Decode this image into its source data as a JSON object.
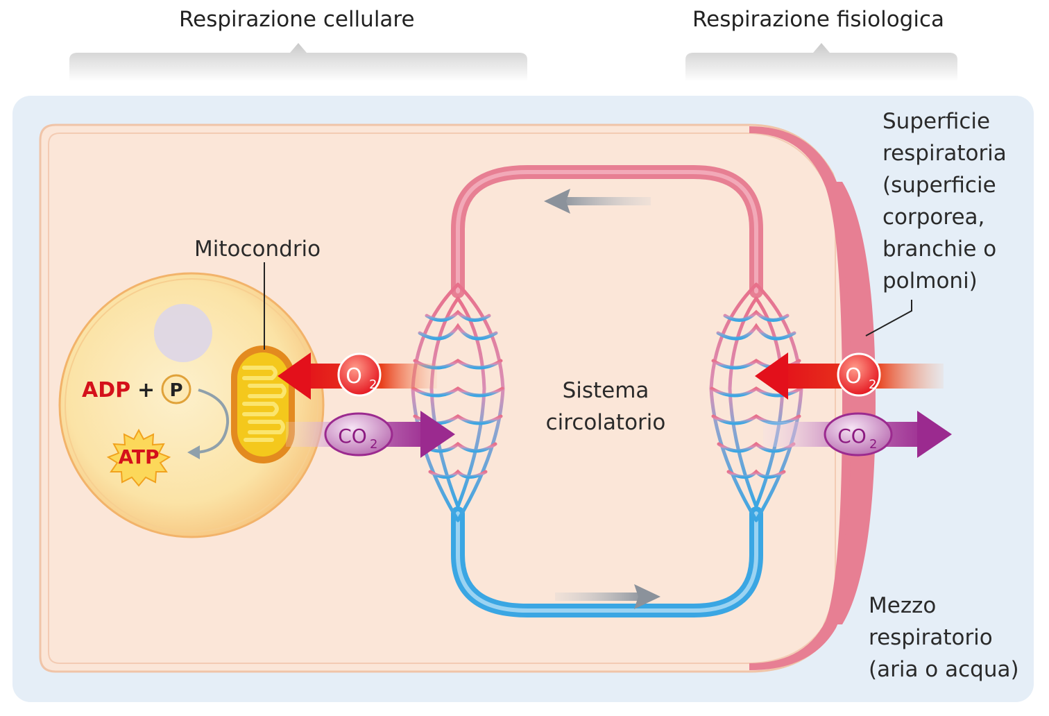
{
  "headers": {
    "cellular": "Respirazione cellulare",
    "physiological": "Respirazione fisiologica"
  },
  "labels": {
    "mitochondrion": "Mitocondrio",
    "circulatory": "Sistema\ncircolatorio",
    "surface": "Superficie\nrespiratoria\n(superficie\ncorporea,\nbranchie o\npolmoni)",
    "medium": "Mezzo\nrespiratorio\n(aria o acqua)",
    "adp": "ADP",
    "plus": "+",
    "phosphate": "P",
    "atp": "ATP",
    "o2_base": "O",
    "co2_base": "CO",
    "subscript": "2"
  },
  "colors": {
    "background_panel": "#e5eef7",
    "body_fill": "#fbe6d8",
    "body_outline": "#f0c4a8",
    "surface_band": "#e77f93",
    "oxygenated": "#e46a85",
    "deoxygenated": "#4ea9e0",
    "o2_arrow": "#e3101b",
    "co2_arrow": "#9b2a8f",
    "cell_fill": "#fbdd9a",
    "mito_fill": "#f4c81c",
    "atp_text": "#d4111b"
  }
}
